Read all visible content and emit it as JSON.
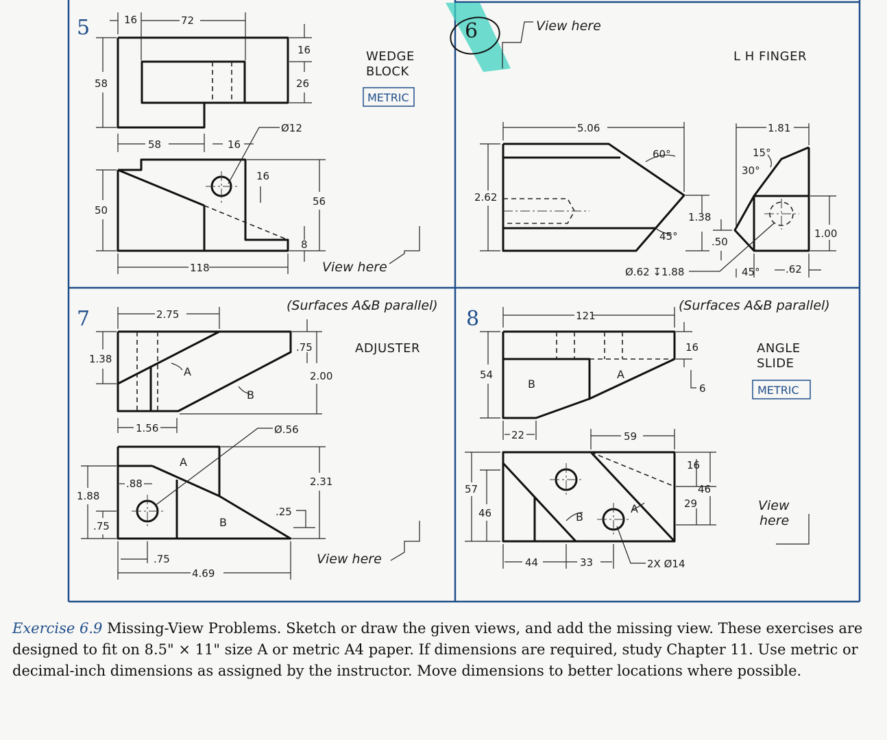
{
  "problems": [
    {
      "number": "5",
      "title_lines": [
        "WEDGE",
        "BLOCK"
      ],
      "badge": "METRIC",
      "dims": [
        "16",
        "72",
        "16",
        "26",
        "58",
        "58",
        "16",
        "Ø12",
        "16",
        "50",
        "56",
        "8",
        "118"
      ],
      "view_note": "View here"
    },
    {
      "number": "6",
      "title": "L H  FINGER",
      "view_note": "View here",
      "dims": [
        "5.06",
        "60°",
        "2.62",
        "45°",
        "1.38",
        ".50",
        "Ø.62 ↧1.88",
        "1.81",
        "15°",
        "30°",
        "1.00",
        "45°",
        ".62"
      ]
    },
    {
      "number": "7",
      "title": "ADJUSTER",
      "note": "(Surfaces A&B parallel)",
      "dims": [
        "2.75",
        ".75",
        "2.00",
        "1.38",
        "1.56",
        "Ø.56",
        ".88",
        "2.31",
        "1.88",
        ".25",
        ".75",
        ".75",
        "4.69"
      ],
      "surfaces": [
        "A",
        "B",
        "A",
        "B"
      ],
      "view_note": "View here"
    },
    {
      "number": "8",
      "title_lines": [
        "ANGLE",
        "SLIDE"
      ],
      "badge": "METRIC",
      "note": "(Surfaces A&B parallel)",
      "dims": [
        "121",
        "16",
        "6",
        "54",
        "22",
        "59",
        "16",
        "46",
        "57",
        "46",
        "29",
        "44",
        "33",
        "2X Ø14"
      ],
      "surfaces": [
        "B",
        "A",
        "B",
        "A"
      ],
      "view_note_lines": [
        "View",
        "here"
      ]
    }
  ],
  "caption": {
    "lead": "Exercise 6.9",
    "text": " Missing-View Problems. Sketch or draw the given views, and add the missing view. These exercises are designed to fit on 8.5\" × 11\" size A or metric A4 paper. If dimensions are required, study Chapter 11. Use metric or decimal-inch dimensions as assigned by the instructor. Move dimensions to better locations where possible."
  },
  "colors": {
    "frame": "#1f4e8a",
    "highlight": "#3fd1c0",
    "ink": "#111111"
  }
}
